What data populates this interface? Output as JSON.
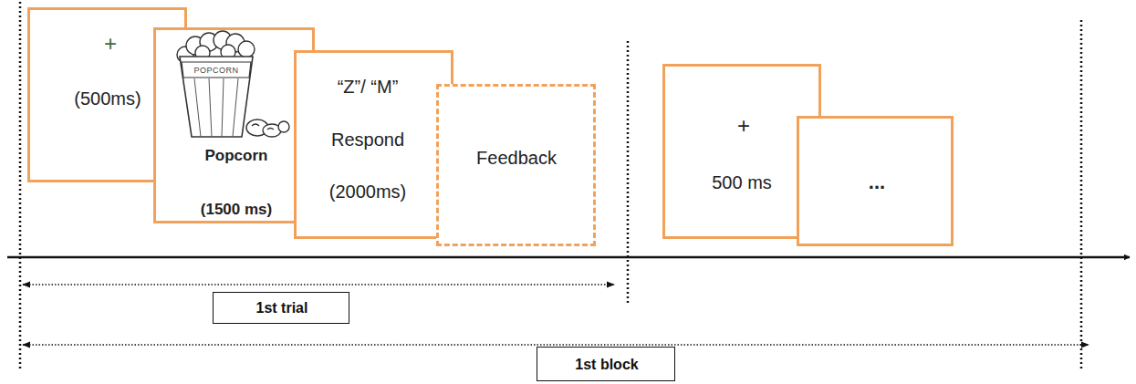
{
  "diagram": {
    "nodes": [
      {
        "text": [
          "+",
          "(500ms)"
        ]
      },
      {
        "text": [
          "Popcorn",
          "(1500 ms)"
        ]
      },
      {
        "text": [
          "“Z”/ “M”",
          "Respond",
          "(2000ms)"
        ]
      },
      {
        "text": [
          "Feedback"
        ]
      },
      {
        "text": [
          "+",
          "500 ms"
        ]
      },
      {
        "text": [
          "..."
        ]
      },
      {
        "text": [
          "1st trial"
        ]
      },
      {
        "text": [
          "1st block"
        ]
      }
    ],
    "labels": [
      "POPCORN"
    ]
  }
}
